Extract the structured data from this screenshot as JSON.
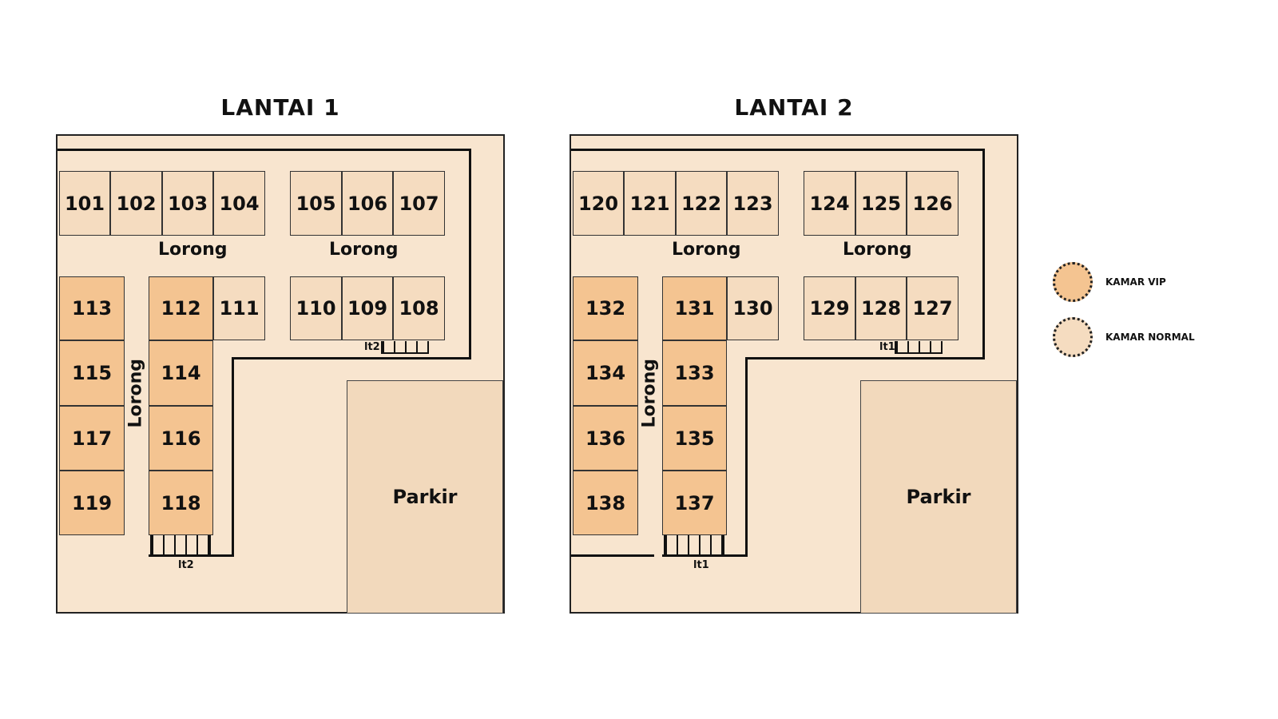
{
  "floors": [
    {
      "title": "LANTAI 1",
      "corridor_labels": [
        "Lorong",
        "Lorong",
        "Lorong"
      ],
      "parking": "Parkir",
      "stair_labels": [
        "lt2",
        "lt2"
      ],
      "top_rooms": [
        "101",
        "102",
        "103",
        "104",
        "105",
        "106",
        "107"
      ],
      "middle_rooms": [
        "113",
        "112",
        "111",
        "110",
        "109",
        "108"
      ],
      "vip_left": [
        "115",
        "117",
        "119"
      ],
      "vip_right": [
        "114",
        "116",
        "118"
      ]
    },
    {
      "title": "LANTAI 2",
      "corridor_labels": [
        "Lorong",
        "Lorong",
        "Lorong"
      ],
      "parking": "Parkir",
      "stair_labels": [
        "lt1",
        "lt1"
      ],
      "top_rooms": [
        "120",
        "121",
        "122",
        "123",
        "124",
        "125",
        "126"
      ],
      "middle_rooms": [
        "132",
        "131",
        "130",
        "129",
        "128",
        "127"
      ],
      "vip_left": [
        "134",
        "136",
        "138"
      ],
      "vip_right": [
        "133",
        "135",
        "137"
      ]
    }
  ],
  "legend": [
    {
      "label": "KAMAR VIP",
      "color": "#f4c491"
    },
    {
      "label": "KAMAR NORMAL",
      "color": "#f5dcc0"
    }
  ]
}
